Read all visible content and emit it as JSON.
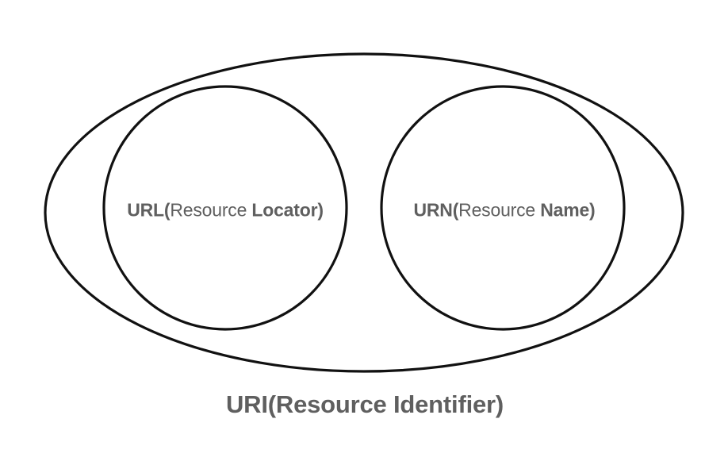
{
  "diagram": {
    "url": {
      "abbr": "URL",
      "open": "(",
      "word": "Resource ",
      "keyword": "Locator",
      "close": ")"
    },
    "urn": {
      "abbr": "URN",
      "open": "(",
      "word": "Resource ",
      "keyword": "Name",
      "close": ")"
    },
    "uri": {
      "text": "URI(Resource Identifier)"
    },
    "colors": {
      "stroke": "#111111",
      "text": "#5f5f5f",
      "background": "#ffffff"
    }
  }
}
